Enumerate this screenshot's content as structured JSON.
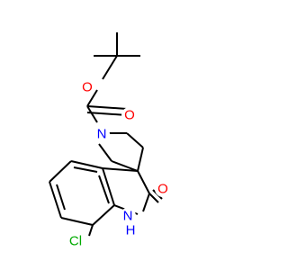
{
  "diagram": {
    "atom_labels": {
      "O_ester": "O",
      "O_carbonyl": "O",
      "N_pyrrolidine": "N",
      "O_lactam": "O",
      "N_indole": "N",
      "H_indole": "H",
      "Cl": "Cl"
    },
    "colors": {
      "O": "#ff0000",
      "N": "#0000ff",
      "Cl": "#00aa00",
      "bond": "#000000"
    }
  }
}
